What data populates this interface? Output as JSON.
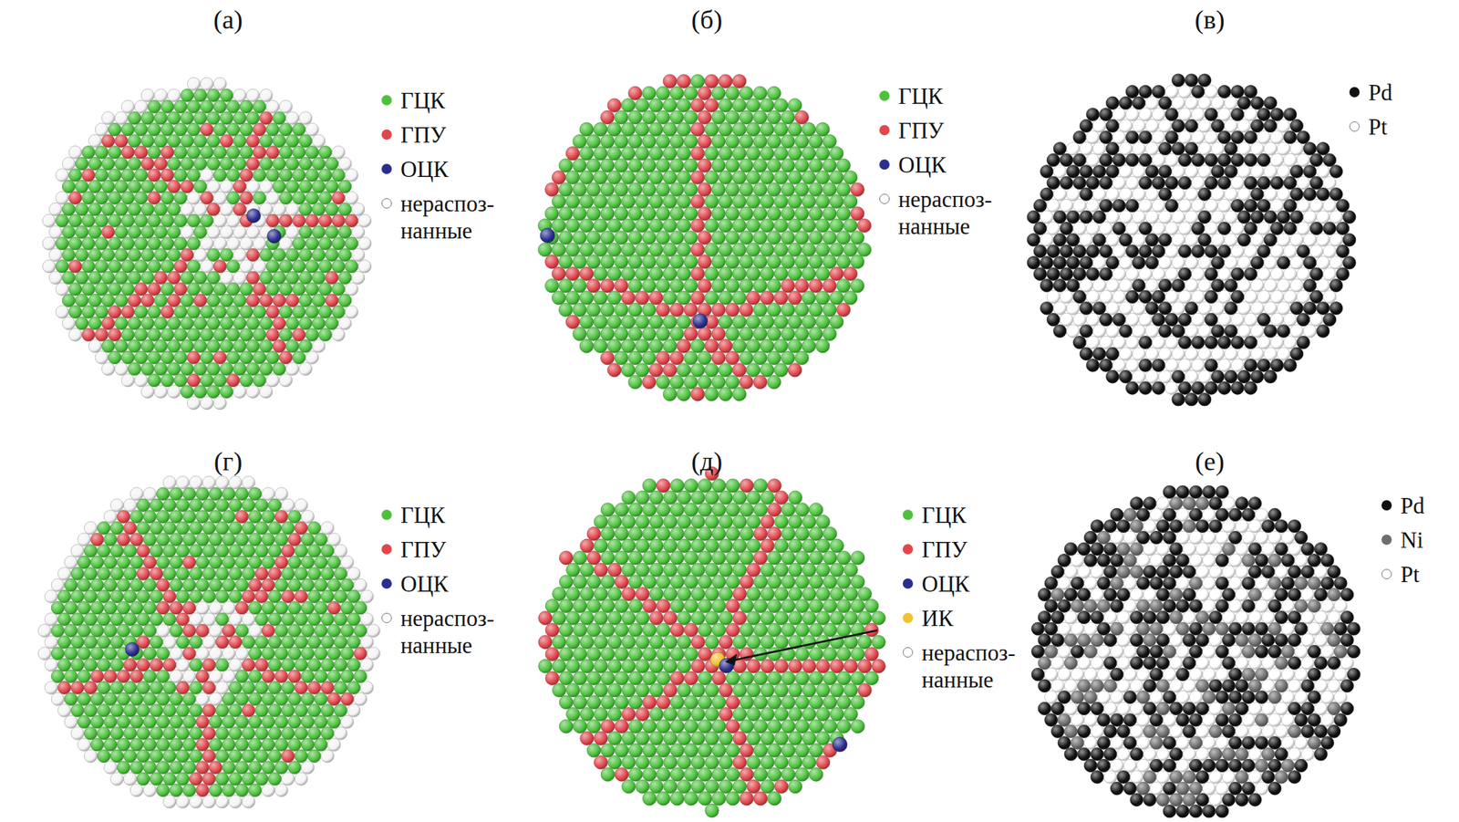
{
  "diagram": {
    "labels": [
      "(а)",
      "(б)",
      "(в)",
      "(г)",
      "(д)",
      "(е)"
    ],
    "legend": [
      {
        "text": "ГЦК",
        "color": "#4cc23c"
      },
      {
        "text": "ГПУ",
        "color": "#e0474c"
      },
      {
        "text": "ОЦК",
        "color": "#2a2f8f"
      },
      {
        "text": "нераспоз- нанные",
        "color": "#ffffff"
      },
      {
        "text": "ГЦК",
        "color": "#4cc23c"
      },
      {
        "text": "ГПУ",
        "color": "#e0474c"
      },
      {
        "text": "ОЦК",
        "color": "#2a2f8f"
      },
      {
        "text": "нераспоз- нанные",
        "color": "#ffffff"
      },
      {
        "text": "Pd",
        "color": "#111111"
      },
      {
        "text": "Pt",
        "color": "#ffffff"
      },
      {
        "text": "ГЦК",
        "color": "#4cc23c"
      },
      {
        "text": "ГПУ",
        "color": "#e0474c"
      },
      {
        "text": "ОЦК",
        "color": "#2a2f8f"
      },
      {
        "text": "нераспоз- нанные",
        "color": "#ffffff"
      },
      {
        "text": "ГЦК",
        "color": "#4cc23c"
      },
      {
        "text": "ГПУ",
        "color": "#e0474c"
      },
      {
        "text": "ОЦК",
        "color": "#2a2f8f"
      },
      {
        "text": "ИК",
        "color": "#f2c12e"
      },
      {
        "text": "нераспоз- нанные",
        "color": "#ffffff"
      },
      {
        "text": "Pd",
        "color": "#111111"
      },
      {
        "text": "Ni",
        "color": "#6e6e6e"
      },
      {
        "text": "Pt",
        "color": "#ffffff"
      }
    ]
  }
}
